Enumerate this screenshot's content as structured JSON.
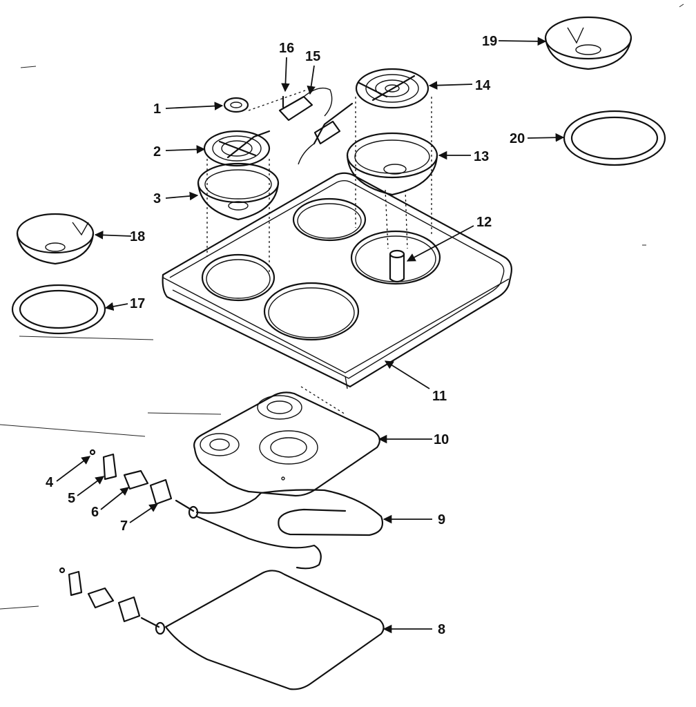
{
  "parts": [
    {
      "id": "p1",
      "number": "1",
      "icon": "knob-cap-icon"
    },
    {
      "id": "p2",
      "number": "2",
      "icon": "small-coil-element-icon"
    },
    {
      "id": "p3",
      "number": "3",
      "icon": "small-drip-bowl-icon"
    },
    {
      "id": "p4",
      "number": "4",
      "icon": "screw-icon"
    },
    {
      "id": "p5",
      "number": "5",
      "icon": "bracket-icon"
    },
    {
      "id": "p6",
      "number": "6",
      "icon": "terminal-block-icon"
    },
    {
      "id": "p7",
      "number": "7",
      "icon": "receptacle-icon"
    },
    {
      "id": "p8",
      "number": "8",
      "icon": "wire-harness-lower-icon"
    },
    {
      "id": "p9",
      "number": "9",
      "icon": "wire-harness-upper-icon"
    },
    {
      "id": "p10",
      "number": "10",
      "icon": "heat-shield-icon"
    },
    {
      "id": "p11",
      "number": "11",
      "icon": "cooktop-icon"
    },
    {
      "id": "p12",
      "number": "12",
      "icon": "support-post-icon"
    },
    {
      "id": "p13",
      "number": "13",
      "icon": "large-drip-bowl-icon"
    },
    {
      "id": "p14",
      "number": "14",
      "icon": "large-coil-element-icon"
    },
    {
      "id": "p15",
      "number": "15",
      "icon": "connector-icon"
    },
    {
      "id": "p16",
      "number": "16",
      "icon": "screw-icon"
    },
    {
      "id": "p17",
      "number": "17",
      "icon": "trim-ring-small-icon"
    },
    {
      "id": "p18",
      "number": "18",
      "icon": "drip-bowl-spare-icon"
    },
    {
      "id": "p19",
      "number": "19",
      "icon": "drip-bowl-spare-large-icon"
    },
    {
      "id": "p20",
      "number": "20",
      "icon": "trim-ring-large-icon"
    }
  ],
  "line_color": "#111111",
  "background": "#ffffff"
}
